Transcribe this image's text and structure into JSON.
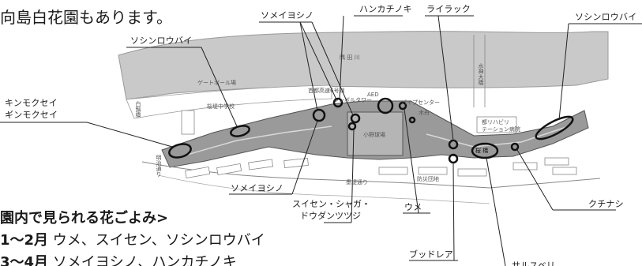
{
  "caption_top": "向島白花園もあります。",
  "labels": {
    "somei_top": "ソメイヨシノ",
    "hankachi": "ハンカチノキ",
    "lilac": "ライラック",
    "soshin_right": "ソシンロウバイ",
    "soshin_left": "ソシンロウバイ",
    "kinmoku1": "キンモクセイ",
    "kinmoku2": "ギンモクセイ",
    "somei_bottom": "ソメイヨシノ",
    "suisen1": "スイセン・シャガ・",
    "suisen2": "ドウダンツツジ",
    "ume": "ウメ",
    "kuchinashi": "クチナシ",
    "buddleja": "ブッドレア",
    "cutoff": "サルスベリ"
  },
  "map_text": {
    "river": "隅 田 川",
    "gateball": "ゲートボール場",
    "school": "桜堤中学校",
    "highway": "首都高速6号線",
    "tower": "シンボルタワー",
    "aed": "AED",
    "center": "パイプセンター",
    "tbox": "木舟",
    "field": "小野球場",
    "bridge": "水神大橋",
    "road_left": "白鬚橋",
    "road_meiji": "明治通り",
    "bokutei": "墨堤通り",
    "bousai": "防災団地",
    "rehab1": "都リハビリ",
    "rehab2": "テーション病院",
    "sakura_bridge": "桜 橋"
  },
  "calendar": {
    "heading": "園内で見られる花ごよみ>",
    "rows": [
      {
        "months": "1〜2月",
        "flowers": "ウメ、スイセン、ソシンロウバイ"
      },
      {
        "months": "3〜4月",
        "flowers": "ソメイヨシノ、ハンカチノキ"
      }
    ]
  }
}
